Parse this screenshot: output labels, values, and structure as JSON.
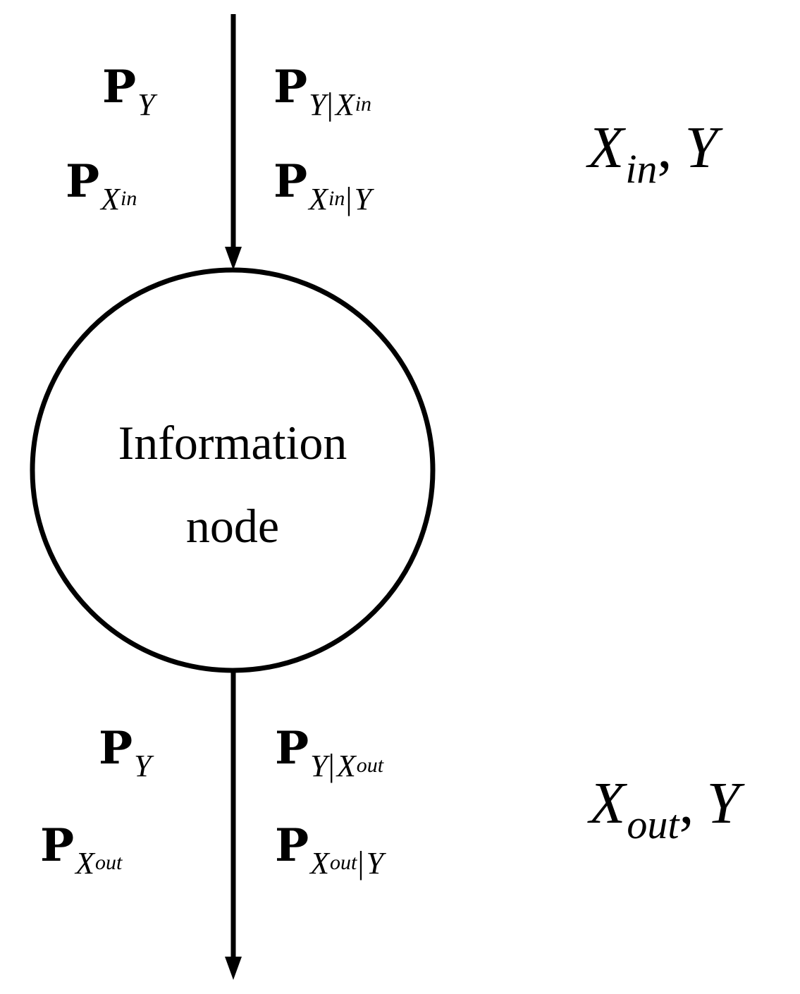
{
  "node": {
    "line1": "Information",
    "line2": "node"
  },
  "input_edge": {
    "left": [
      {
        "P": "P",
        "sub": "Y"
      },
      {
        "P": "P",
        "sub_main": "X",
        "sub_sub": "in"
      }
    ],
    "right": [
      {
        "P": "P",
        "sub_a": "Y",
        "bar": "|",
        "sub_b": "X",
        "sub_b_sub": "in"
      },
      {
        "P": "P",
        "sub_a": "X",
        "sub_a_sub": "in",
        "bar": "|",
        "sub_b": "Y"
      }
    ],
    "variables": {
      "var1": "X",
      "var1_sub": "in",
      "comma": ",",
      "var2": "Y"
    }
  },
  "output_edge": {
    "left": [
      {
        "P": "P",
        "sub": "Y"
      },
      {
        "P": "P",
        "sub_main": "X",
        "sub_sub": "out"
      }
    ],
    "right": [
      {
        "P": "P",
        "sub_a": "Y",
        "bar": "|",
        "sub_b": "X",
        "sub_b_sub": "out"
      },
      {
        "P": "P",
        "sub_a": "X",
        "sub_a_sub": "out",
        "bar": "|",
        "sub_b": "Y"
      }
    ],
    "variables": {
      "var1": "X",
      "var1_sub": "out",
      "comma": ",",
      "var2": "Y"
    }
  }
}
